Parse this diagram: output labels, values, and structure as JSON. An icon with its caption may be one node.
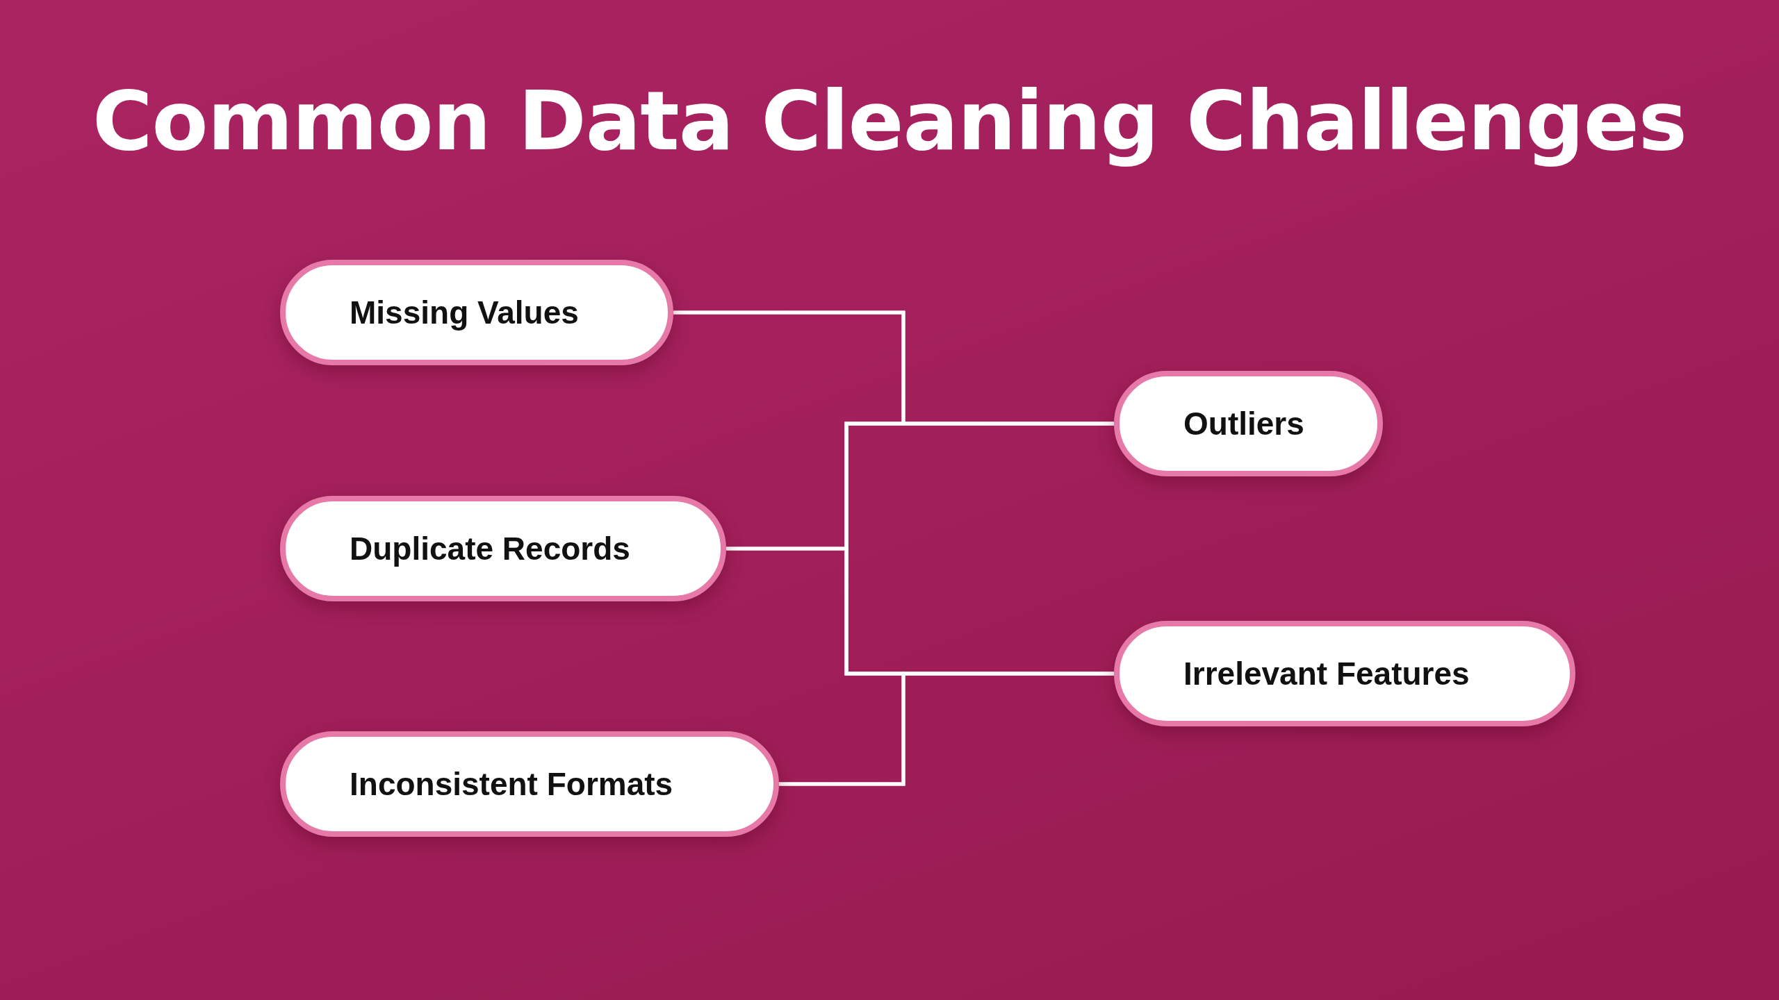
{
  "diagram": {
    "title": "Common Data Cleaning Challenges",
    "nodes": [
      {
        "text": [
          "Missing Values"
        ]
      },
      {
        "text": [
          "Duplicate Records"
        ]
      },
      {
        "text": [
          "Inconsistent Formats"
        ]
      },
      {
        "text": [
          "Outliers"
        ]
      },
      {
        "text": [
          "Irrelevant Features"
        ]
      }
    ],
    "edges": [
      {
        "from": 0,
        "to": 3,
        "arrow": "none"
      },
      {
        "from": 0,
        "to": 4,
        "arrow": "none"
      },
      {
        "from": 1,
        "to": 3,
        "arrow": "none"
      },
      {
        "from": 1,
        "to": 4,
        "arrow": "none"
      },
      {
        "from": 2,
        "to": 3,
        "arrow": "none"
      },
      {
        "from": 2,
        "to": 4,
        "arrow": "none"
      }
    ]
  }
}
